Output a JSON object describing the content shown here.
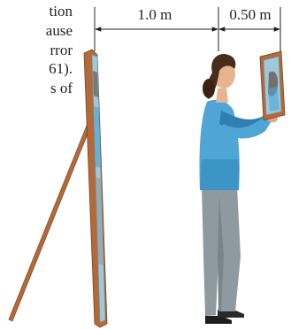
{
  "text_fragment": {
    "lines": [
      "tion",
      "ause",
      "rror",
      "61).",
      "s   of"
    ]
  },
  "dimensions": {
    "left_distance": "1.0 m",
    "right_distance": "0.50 m"
  },
  "colors": {
    "wood": "#b26a3a",
    "wood_dark": "#8a4e27",
    "mirror_glass": "#9fc8d8",
    "sweater": "#4fa6d6",
    "sweater_shadow": "#2f7fb0",
    "pants": "#8f9aa0",
    "hair": "#4a2c1c",
    "skin": "#e6b48f",
    "dim_line": "#231f20"
  }
}
